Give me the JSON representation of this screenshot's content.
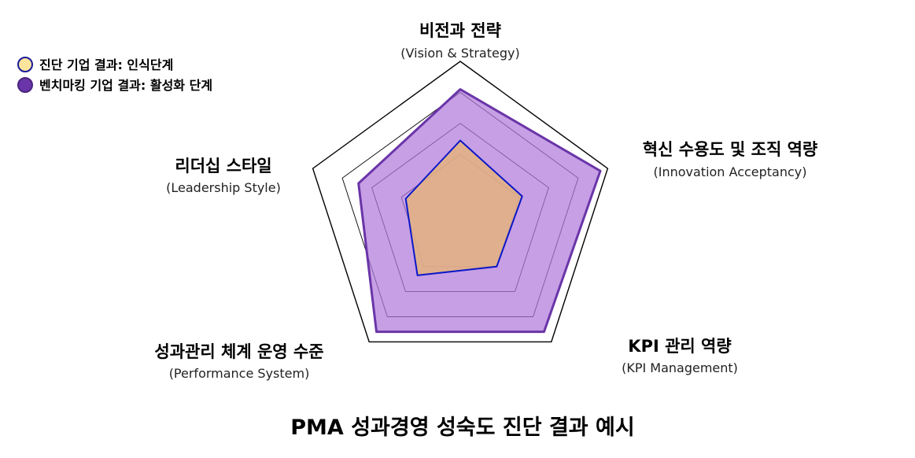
{
  "chart_data": {
    "type": "radar",
    "rmax": 5,
    "rings": [
      2,
      3,
      4,
      5
    ],
    "axes": [
      {
        "label": "비전과 전략",
        "sublabel": "(Vision & Strategy)"
      },
      {
        "label": "혁신 수용도 및 조직 역량",
        "sublabel": "(Innovation Acceptancy)"
      },
      {
        "label": "KPI 관리 역량",
        "sublabel": "(KPI Management)"
      },
      {
        "label": "성과관리 체계 운영 수준",
        "sublabel": "(Performance System)"
      },
      {
        "label": "리더십 스타일",
        "sublabel": "(Leadership Style)"
      }
    ],
    "series": [
      {
        "name": "진단 기업 결과: 인식단계",
        "values": [
          2.45,
          2.1,
          2.0,
          2.35,
          1.85
        ],
        "fill": "#E3B27F",
        "stroke": "#0A16C8"
      },
      {
        "name": "벤치마킹 기업 결과: 활성화 단계",
        "values": [
          4.1,
          4.75,
          4.6,
          4.6,
          3.45
        ],
        "fill": "#B07ADB",
        "stroke": "#6A35A8"
      }
    ],
    "caption": "PMA 성과경영 성숙도 진단 결과 예시"
  },
  "legend": {
    "items": [
      {
        "label": "진단 기업 결과: 인식단계",
        "fill": "#FBE49C",
        "stroke": "#1A1A9A"
      },
      {
        "label": "벤치마킹 기업 결과: 활성화 단계",
        "fill": "#6A35A8",
        "stroke": "#4B2580"
      }
    ]
  }
}
